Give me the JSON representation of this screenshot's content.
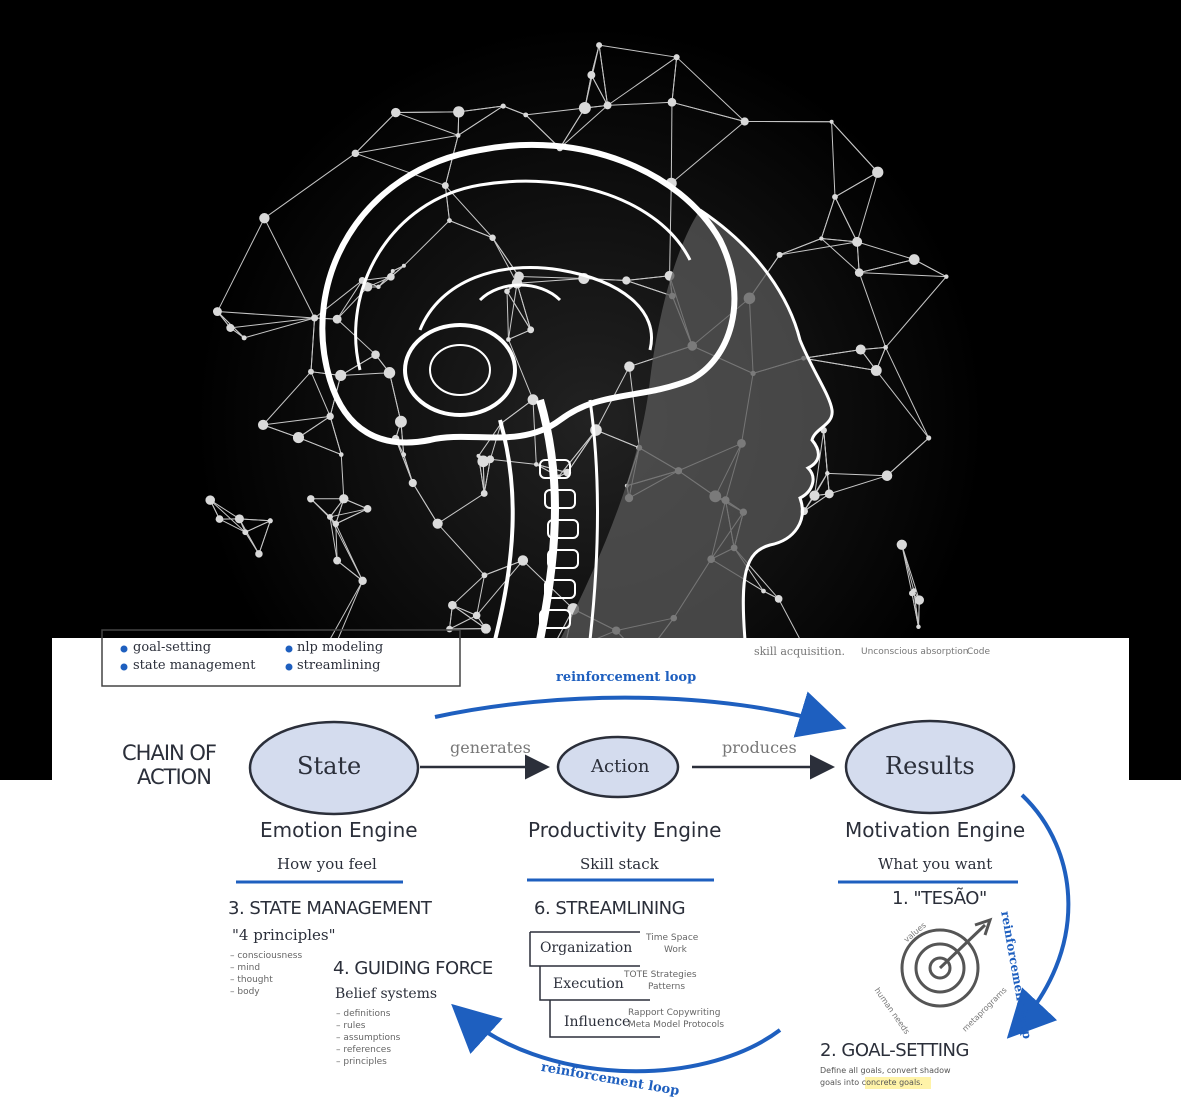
{
  "legend": {
    "items": [
      "goal-setting",
      "nlp modeling",
      "state management",
      "streamlining"
    ]
  },
  "top_note": {
    "skill": "skill acquisition.",
    "absorb": "Unconscious absorption",
    "code": "Code"
  },
  "chain": {
    "label_line1": "CHAIN OF",
    "label_line2": "ACTION",
    "state": "State",
    "action": "Action",
    "results": "Results",
    "generates": "generates",
    "produces": "produces",
    "loop_top": "reinforcement loop",
    "loop_right": "reinforcement loop",
    "loop_bottom": "reinforcement loop"
  },
  "engines": {
    "emotion": {
      "title": "Emotion Engine",
      "sub": "How you feel"
    },
    "productivity": {
      "title": "Productivity Engine",
      "sub": "Skill stack"
    },
    "motivation": {
      "title": "Motivation Engine",
      "sub": "What you want"
    }
  },
  "state_mgmt": {
    "heading": "3. STATE MANAGEMENT",
    "principles": "\"4 principles\"",
    "items": [
      "– consciousness",
      "– mind",
      "– thought",
      "– body"
    ]
  },
  "guiding": {
    "heading": "4. GUIDING FORCE",
    "sub": "Belief systems",
    "items": [
      "– definitions",
      "– rules",
      "– assumptions",
      "– references",
      "– principles"
    ]
  },
  "streamlining": {
    "heading": "6. STREAMLINING",
    "rows": [
      {
        "label": "Organization",
        "note1": "Time Space",
        "note2": "Work"
      },
      {
        "label": "Execution",
        "note1": "TOTE   Strategies",
        "note2": "Patterns"
      },
      {
        "label": "Influence",
        "note1": "Rapport  Copywriting",
        "note2": "Meta Model  Protocols"
      }
    ]
  },
  "tesao": {
    "heading": "1. \"TESÃO\"",
    "ring1": "values",
    "ring2": "human needs",
    "ring3": "metaprograms"
  },
  "goal": {
    "heading": "2. GOAL-SETTING",
    "line1": "Define all goals, convert shadow",
    "line2_a": "goals into",
    "line2_b": "concrete goals",
    "line2_c": "."
  },
  "colors": {
    "accent": "#1e5fbf",
    "oval_fill": "#d4dcee",
    "ink": "#2b2f3a",
    "highlight": "#fff3a8"
  }
}
